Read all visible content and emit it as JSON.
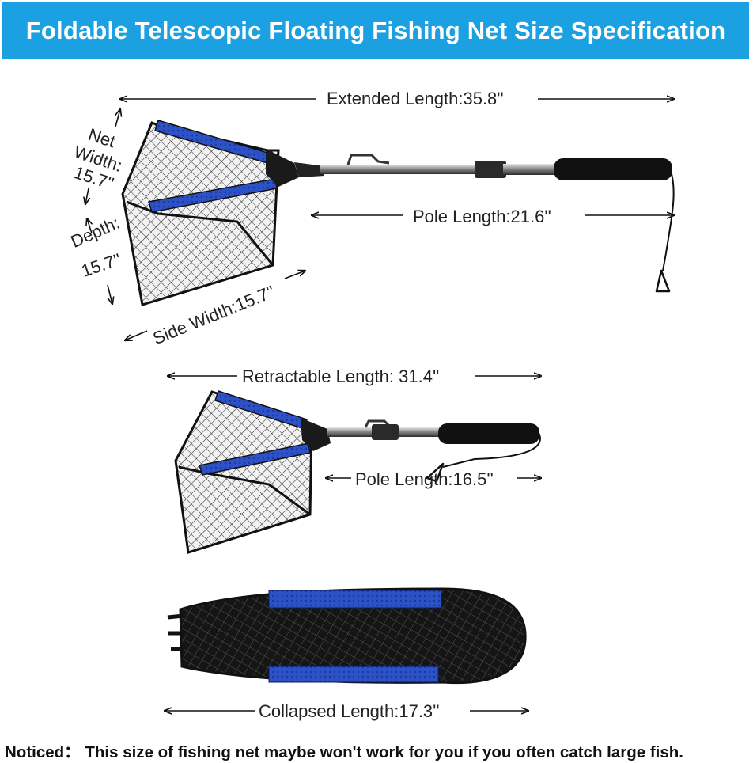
{
  "title": "Foldable Telescopic Floating Fishing Net Size Specification",
  "extended": {
    "extended_length": "Extended Length:35.8''",
    "pole_length": "Pole Length:21.6''",
    "net_width_line1": "Net",
    "net_width_line2": "Width:",
    "net_width_line3": "15.7''",
    "depth_line1": "Depth:",
    "depth_line2": "15.7''",
    "side_width": "Side Width:15.7''"
  },
  "retracted": {
    "retractable_length": "Retractable Length: 31.4''",
    "pole_length": "Pole Length:16.5''"
  },
  "collapsed": {
    "collapsed_length": "Collapsed Length:17.3''"
  },
  "notice": "Noticed： This size of fishing net maybe won't work for you if you often catch large fish.",
  "colors": {
    "banner": "#1ba0e2",
    "frame_blue": "#2d52c8",
    "net_black": "#1a1a1a"
  }
}
